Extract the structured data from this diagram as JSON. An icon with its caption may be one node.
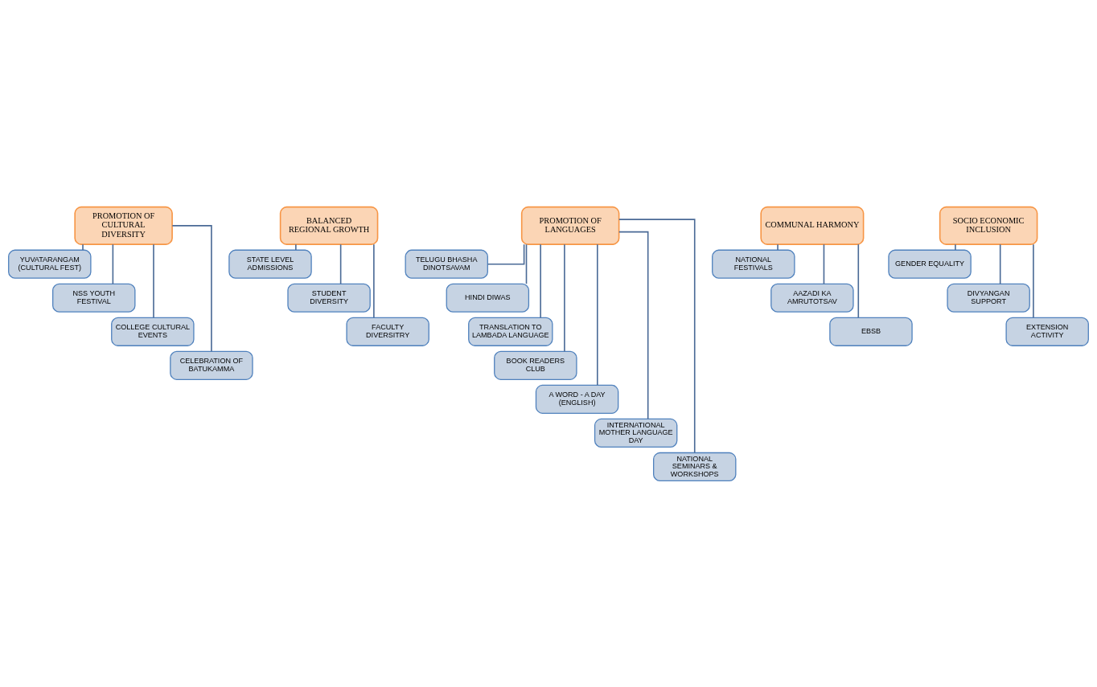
{
  "diagram": {
    "nodes": [
      {
        "text": [
          "PROMOTION OF CULTURAL DIVERSITY"
        ]
      },
      {
        "text": [
          "YUVATARANGAM (CULTURAL FEST)"
        ]
      },
      {
        "text": [
          "NSS YOUTH FESTIVAL"
        ]
      },
      {
        "text": [
          "COLLEGE CULTURAL EVENTS"
        ]
      },
      {
        "text": [
          "CELEBRATION OF BATUKAMMA"
        ]
      },
      {
        "text": [
          "BALANCED REGIONAL GROWTH"
        ]
      },
      {
        "text": [
          "STATE LEVEL ADMISSIONS"
        ]
      },
      {
        "text": [
          "STUDENT DIVERSITY"
        ]
      },
      {
        "text": [
          "FACULTY DIVERSITRY"
        ]
      },
      {
        "text": [
          "PROMOTION OF LANGUAGES"
        ]
      },
      {
        "text": [
          "TELUGU BHASHA DINOTSAVAM"
        ]
      },
      {
        "text": [
          "HINDI DIWAS"
        ]
      },
      {
        "text": [
          "TRANSLATION TO LAMBADA LANGUAGE"
        ]
      },
      {
        "text": [
          "BOOK READERS CLUB"
        ]
      },
      {
        "text": [
          "A WORD - A DAY (ENGLISH)"
        ]
      },
      {
        "text": [
          "INTERNATIONAL MOTHER LANGUAGE DAY"
        ]
      },
      {
        "text": [
          "NATIONAL SEMINARS & WORKSHOPS"
        ]
      },
      {
        "text": [
          "COMMUNAL HARMONY"
        ]
      },
      {
        "text": [
          "NATIONAL FESTIVALS"
        ]
      },
      {
        "text": [
          "AAZADI KA AMRUTOTSAV"
        ]
      },
      {
        "text": [
          "EBSB"
        ]
      },
      {
        "text": [
          "SOCIO ECONOMIC INCLUSION"
        ]
      },
      {
        "text": [
          "GENDER EQUALITY"
        ]
      },
      {
        "text": [
          "DIVYANGAN SUPPORT"
        ]
      },
      {
        "text": [
          "EXTENSION ACTIVITY"
        ]
      }
    ],
    "edges": [
      {
        "from": 0,
        "to": 1,
        "arrow": "none"
      },
      {
        "from": 0,
        "to": 2,
        "arrow": "none"
      },
      {
        "from": 0,
        "to": 3,
        "arrow": "none"
      },
      {
        "from": 0,
        "to": 4,
        "arrow": "none"
      },
      {
        "from": 5,
        "to": 6,
        "arrow": "none"
      },
      {
        "from": 5,
        "to": 7,
        "arrow": "none"
      },
      {
        "from": 5,
        "to": 8,
        "arrow": "none"
      },
      {
        "from": 9,
        "to": 10,
        "arrow": "none"
      },
      {
        "from": 9,
        "to": 11,
        "arrow": "none"
      },
      {
        "from": 9,
        "to": 12,
        "arrow": "none"
      },
      {
        "from": 9,
        "to": 13,
        "arrow": "none"
      },
      {
        "from": 9,
        "to": 14,
        "arrow": "none"
      },
      {
        "from": 9,
        "to": 15,
        "arrow": "none"
      },
      {
        "from": 9,
        "to": 16,
        "arrow": "none"
      },
      {
        "from": 17,
        "to": 18,
        "arrow": "none"
      },
      {
        "from": 17,
        "to": 19,
        "arrow": "none"
      },
      {
        "from": 17,
        "to": 20,
        "arrow": "none"
      },
      {
        "from": 21,
        "to": 22,
        "arrow": "none"
      },
      {
        "from": 21,
        "to": 23,
        "arrow": "none"
      },
      {
        "from": 21,
        "to": 24,
        "arrow": "none"
      }
    ]
  }
}
